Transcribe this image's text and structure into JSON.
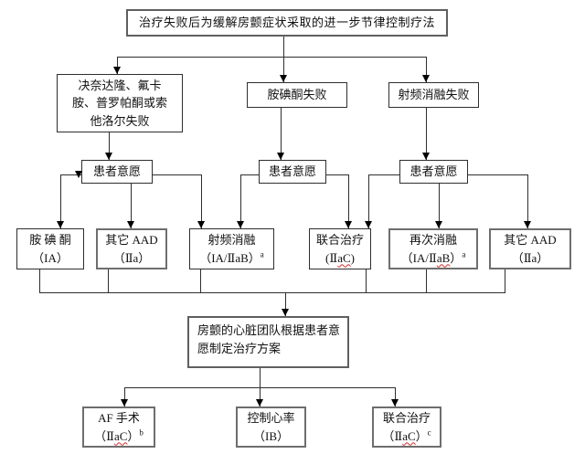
{
  "diagram": {
    "title": "治疗失败后为缓解房颤症状采取的进一步节律控制疗法",
    "level2": {
      "dronedarone_fail": {
        "line1": "决奈达隆、氟卡",
        "line2": "胺、普罗帕酮或索",
        "line3": "他洛尔失败"
      },
      "amiodarone_fail": "胺碘酮失败",
      "ablation_fail": "射频消融失败"
    },
    "patient_preference": "患者意愿",
    "options": {
      "amiodarone": {
        "name": "胺 碘 酮",
        "grade": "（IA）"
      },
      "other_aad_left": {
        "name": "其它 AAD",
        "grade": "（Ⅱa）"
      },
      "catheter_ablation": {
        "name": "射频消融",
        "grade": "（IA/ⅡaB）",
        "note": "a"
      },
      "hybrid": {
        "name": "联合治疗",
        "grade_pre": "(Ⅱ",
        "grade_wavy": "aC",
        "grade_post": ")"
      },
      "repeat_ablation": {
        "name": "再次消融",
        "grade_pre": "（IA/Ⅱ",
        "grade_wavy": "aB",
        "grade_post": "）",
        "note": "a"
      },
      "other_aad_right": {
        "name": "其它 AAD",
        "grade": "（Ⅱa）"
      }
    },
    "heart_team": {
      "line1": "房颤的心脏团队根据患者意",
      "line2": "愿制定治疗方案"
    },
    "final": {
      "af_surgery": {
        "name": "AF 手术",
        "grade_pre": "（Ⅱ",
        "grade_wavy": "aC",
        "grade_post": "）",
        "note": "b"
      },
      "rate_control": {
        "name": "控制心率",
        "grade": "（IB）"
      },
      "hybrid": {
        "name": "联合治疗",
        "grade_pre": "（Ⅱ",
        "grade_wavy": "aC",
        "grade_post": "）",
        "note": "c"
      }
    }
  }
}
